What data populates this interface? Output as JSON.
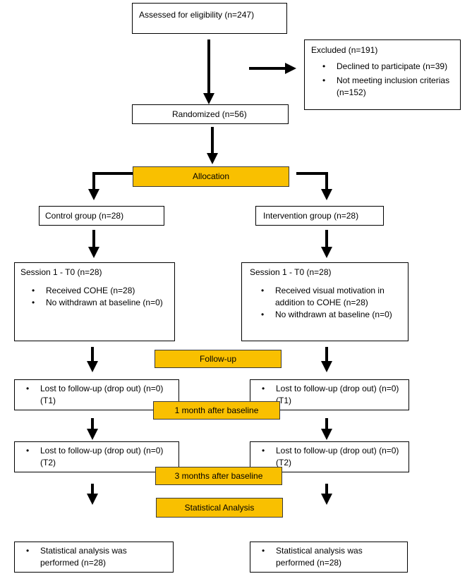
{
  "assessed": "Assessed for eligibility (n=247)",
  "excluded": {
    "title": "Excluded (n=191)",
    "items": [
      "Declined to participate (n=39)",
      "Not meeting inclusion criterias (n=152)"
    ]
  },
  "randomized": "Randomized (n=56)",
  "allocation": "Allocation",
  "control_group": "Control group (n=28)",
  "intervention_group": "Intervention group (n=28)",
  "session_control": {
    "title": "Session 1 - T0 (n=28)",
    "items": [
      "Received COHE (n=28)",
      "No withdrawn at baseline (n=0)"
    ]
  },
  "session_intervention": {
    "title": "Session 1 - T0 (n=28)",
    "items": [
      "Received visual motivation in addition to COHE (n=28)",
      "No withdrawn at baseline (n=0)"
    ]
  },
  "followup_label": "Follow-up",
  "t1_control": "Lost to follow-up (drop out) (n=0) (T1)",
  "t1_intervention": "Lost to follow-up (drop out) (n=0) (T1)",
  "one_month_label": "1 month after baseline",
  "t2_control": "Lost to follow-up (drop out) (n=0) (T2)",
  "t2_intervention": "Lost to follow-up (drop out) (n=0) (T2)",
  "three_months_label": "3 months after baseline",
  "stats_label": "Statistical Analysis",
  "stats_control": "Statistical analysis was performed (n=28)",
  "stats_intervention": "Statistical analysis was performed (n=28)",
  "colors": {
    "label_fill": "#f9c000",
    "border": "#000000"
  }
}
